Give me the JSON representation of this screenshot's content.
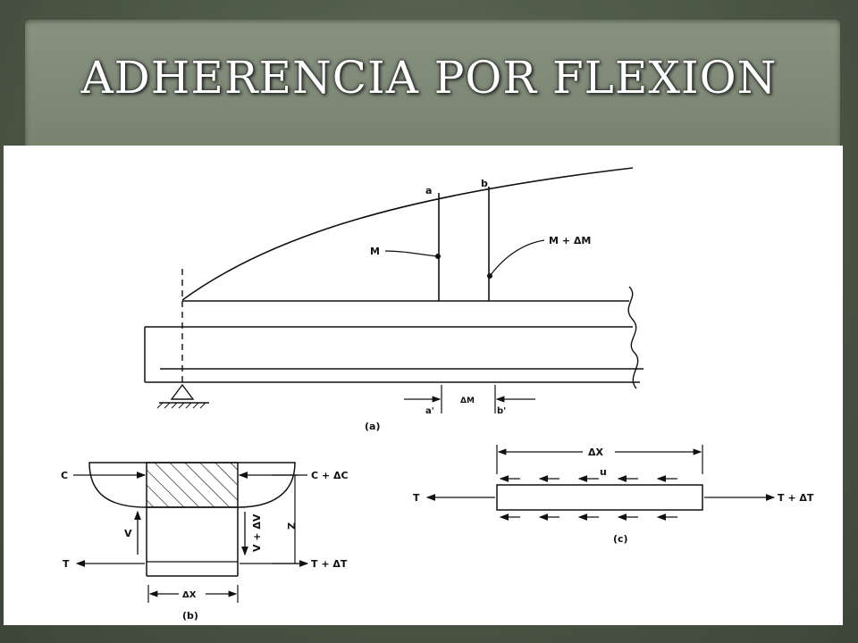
{
  "slide": {
    "title": "ADHERENCIA POR FLEXION"
  },
  "figure_a": {
    "point_a": "a",
    "point_b": "b",
    "moment_label": "M",
    "moment_plus_label": "M + ΔM",
    "dx_label": "ΔM",
    "a_prime": "a'",
    "b_prime": "b'",
    "caption": "(a)"
  },
  "figure_b": {
    "compression_left": "C",
    "compression_right": "C + ΔC",
    "shear_left": "V",
    "shear_right": "V + ΔV",
    "lever_arm": "Z",
    "tension_left": "T",
    "tension_right": "T + ΔT",
    "dx_label": "ΔX",
    "caption": "(b)"
  },
  "figure_c": {
    "dx_label": "ΔX",
    "bond_label": "u",
    "tension_left": "T",
    "tension_right": "T + ΔT",
    "caption": "(c)"
  }
}
